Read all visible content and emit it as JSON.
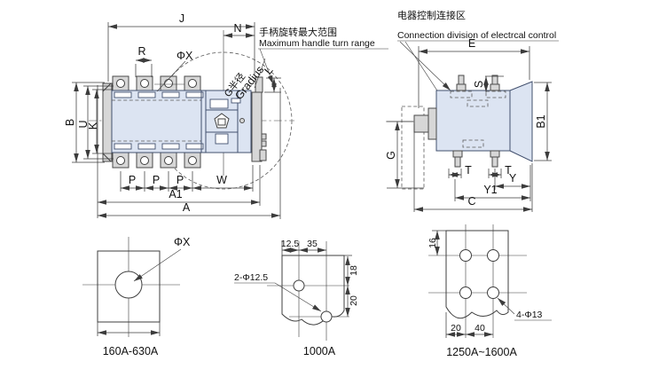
{
  "annotations": {
    "handle_range_zh": "手柄旋转最大范围",
    "handle_range_en": "Maximum handle turn range",
    "control_zh": "电器控制连接区",
    "control_en": "Connection division of electrcal control"
  },
  "front_view": {
    "dims": {
      "J": "J",
      "N": "N",
      "R": "R",
      "phi_x": "ΦX",
      "B": "B",
      "U": "U",
      "K": "K",
      "L": "L",
      "g_radius_zh": "G半径",
      "g_radius_en": "Gradius",
      "P": "P",
      "W": "W",
      "A1": "A1",
      "A": "A"
    }
  },
  "side_view": {
    "dims": {
      "E": "E",
      "S": "S",
      "B1": "B1",
      "G": "G",
      "T": "T",
      "Y": "Y",
      "Y1": "Y1",
      "C": "C"
    }
  },
  "footprints": [
    {
      "caption": "160A-630A",
      "hole_label": "ΦX"
    },
    {
      "caption": "1000A",
      "hole_label": "2-Φ12.5",
      "dim_125": "12.5",
      "dim_35": "35",
      "dim_18": "18",
      "dim_20": "20"
    },
    {
      "caption": "1250A~1600A",
      "hole_label": "4-Φ13",
      "dim_16": "16",
      "dim_20": "20",
      "dim_40": "40"
    }
  ],
  "colors": {
    "body_fill": "#dce4f2",
    "metal_fill": "#d7d7d7",
    "line": "#3f3f3f"
  }
}
